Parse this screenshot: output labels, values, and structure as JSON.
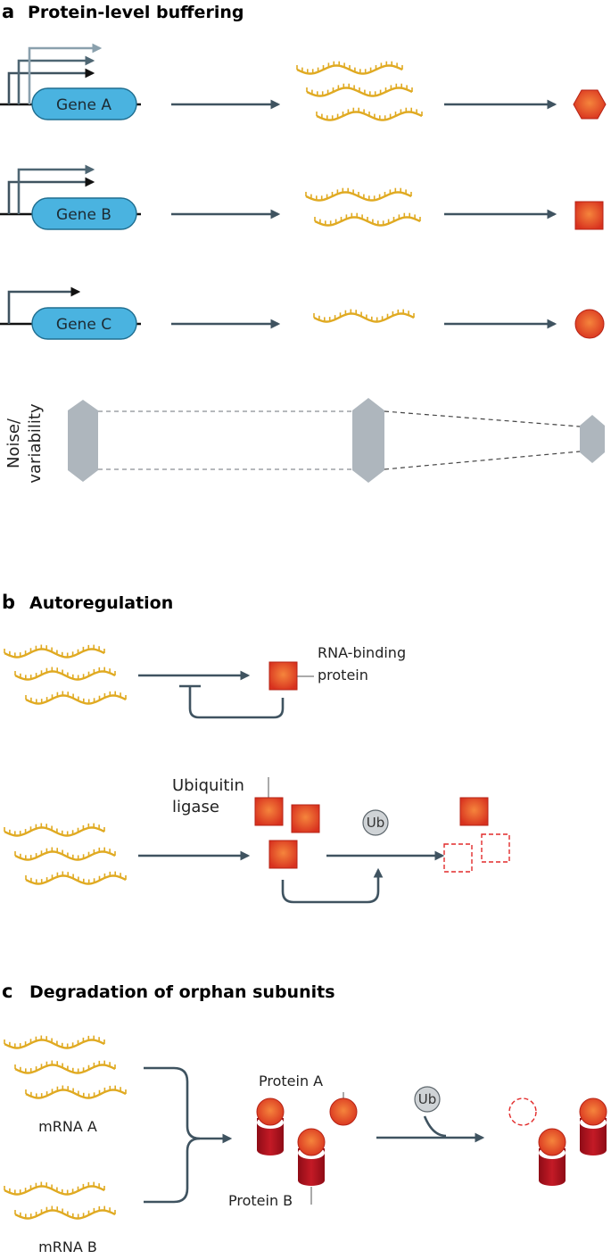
{
  "panel_a": {
    "letter": "a",
    "title": "Protein-level buffering",
    "genes": [
      {
        "label": "Gene A",
        "promoter_arrows": 3,
        "mrna_count": 3,
        "protein_shape": "hexagon"
      },
      {
        "label": "Gene B",
        "promoter_arrows": 2,
        "mrna_count": 2,
        "protein_shape": "square"
      },
      {
        "label": "Gene C",
        "promoter_arrows": 1,
        "mrna_count": 1,
        "protein_shape": "circle"
      }
    ],
    "noise_label_line1": "Noise/",
    "noise_label_line2": "variability"
  },
  "panel_b": {
    "letter": "b",
    "title": "Autoregulation",
    "rbp_label_line1": "RNA-binding",
    "rbp_label_line2": "protein",
    "ligase_label_line1": "Ubiquitin",
    "ligase_label_line2": "ligase",
    "ub": "Ub"
  },
  "panel_c": {
    "letter": "c",
    "title": "Degradation of orphan subunits",
    "mrna_a": "mRNA A",
    "mrna_b": "mRNA B",
    "protein_a": "Protein A",
    "protein_b": "Protein B",
    "ub": "Ub"
  },
  "colors": {
    "gene_fill": "#4ab3e0",
    "arrow": "#3f5360",
    "mrna": "#e0aa22",
    "protein": "#e8432a",
    "protein_b": "#a8101c",
    "noise": "#aeb6bd"
  }
}
